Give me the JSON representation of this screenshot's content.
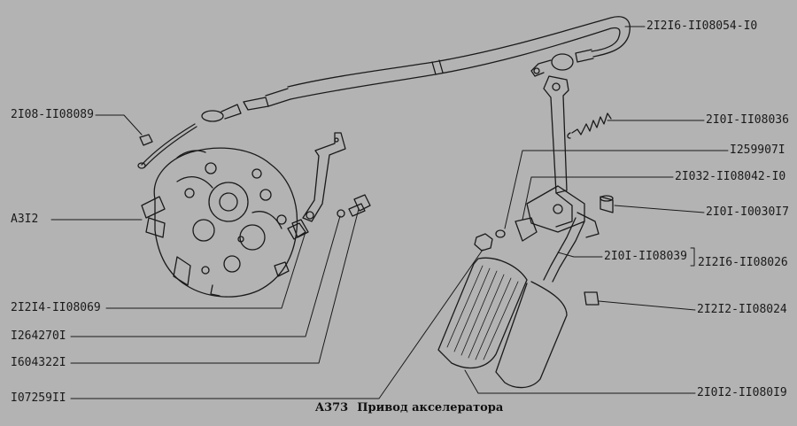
{
  "caption": {
    "code": "A373",
    "title": "Привод акселератора"
  },
  "callouts": [
    {
      "id": "cable-assembly",
      "label": "2I2I6-II08054-I0"
    },
    {
      "id": "cable-tip",
      "label": "2I08-II08089"
    },
    {
      "id": "spring",
      "label": "2I0I-II08036"
    },
    {
      "id": "pedal-washer",
      "label": "I259907I"
    },
    {
      "id": "pedal-bracket",
      "label": "2I032-II08042-I0"
    },
    {
      "id": "carburetor",
      "label": "A3I2"
    },
    {
      "id": "pedal-bushing",
      "label": "2I0I-I0030I7"
    },
    {
      "id": "pedal-lever",
      "label": "2I0I-II08039"
    },
    {
      "id": "pedal-assembly",
      "label": "2I2I6-II08026"
    },
    {
      "id": "carb-bracket",
      "label": "2I2I4-II08069"
    },
    {
      "id": "pedal-stop",
      "label": "2I2I2-II08024"
    },
    {
      "id": "bolt",
      "label": "I264270I"
    },
    {
      "id": "lock-washer",
      "label": "I604322I"
    },
    {
      "id": "nut",
      "label": "I07259II"
    },
    {
      "id": "pedal-pad",
      "label": "2I0I2-II080I9"
    }
  ]
}
